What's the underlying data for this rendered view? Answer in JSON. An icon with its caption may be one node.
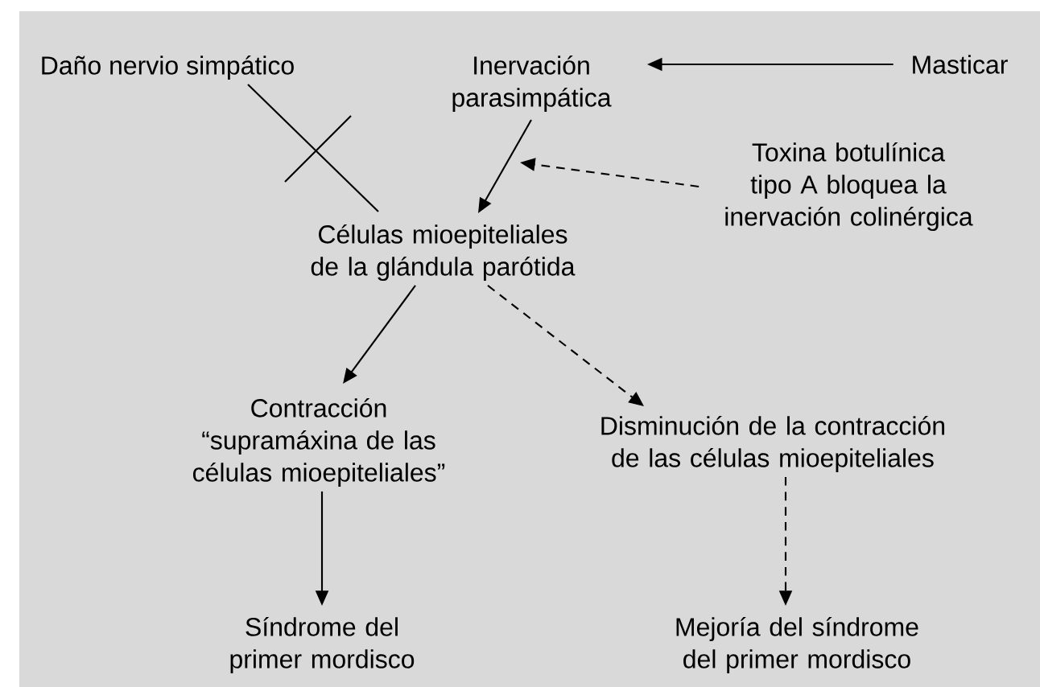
{
  "diagram": {
    "nodes": [
      {
        "text": [
          "Daño nervio simpático"
        ]
      },
      {
        "text": [
          "Inervación parasimpática"
        ]
      },
      {
        "text": [
          "Masticar"
        ]
      },
      {
        "text": [
          "Toxina botulínica tipo A bloquea la inervación colinérgica"
        ]
      },
      {
        "text": [
          "Células mioepiteliales de la glándula parótida"
        ]
      },
      {
        "text": [
          "Contracción “supramáxina de las células mioepiteliales”"
        ]
      },
      {
        "text": [
          "Disminución de la contracción de las células mioepiteliales"
        ]
      },
      {
        "text": [
          "Síndrome del primer mordisco"
        ]
      },
      {
        "text": [
          "Mejoría del síndrome del primer mordisco"
        ]
      }
    ],
    "edges": [
      {
        "from": 2,
        "to": 1,
        "arrow": "to"
      },
      {
        "from": 1,
        "to": 4,
        "arrow": "to"
      },
      {
        "from": 3,
        "to": null,
        "arrow": "to",
        "style": "dashed"
      },
      {
        "from": 0,
        "to": 4,
        "arrow": "none"
      },
      {
        "from": 4,
        "to": 5,
        "arrow": "to"
      },
      {
        "from": 4,
        "to": 6,
        "arrow": "to",
        "style": "dashed"
      },
      {
        "from": 5,
        "to": 7,
        "arrow": "to"
      },
      {
        "from": 6,
        "to": 8,
        "arrow": "to",
        "style": "dashed"
      }
    ]
  }
}
